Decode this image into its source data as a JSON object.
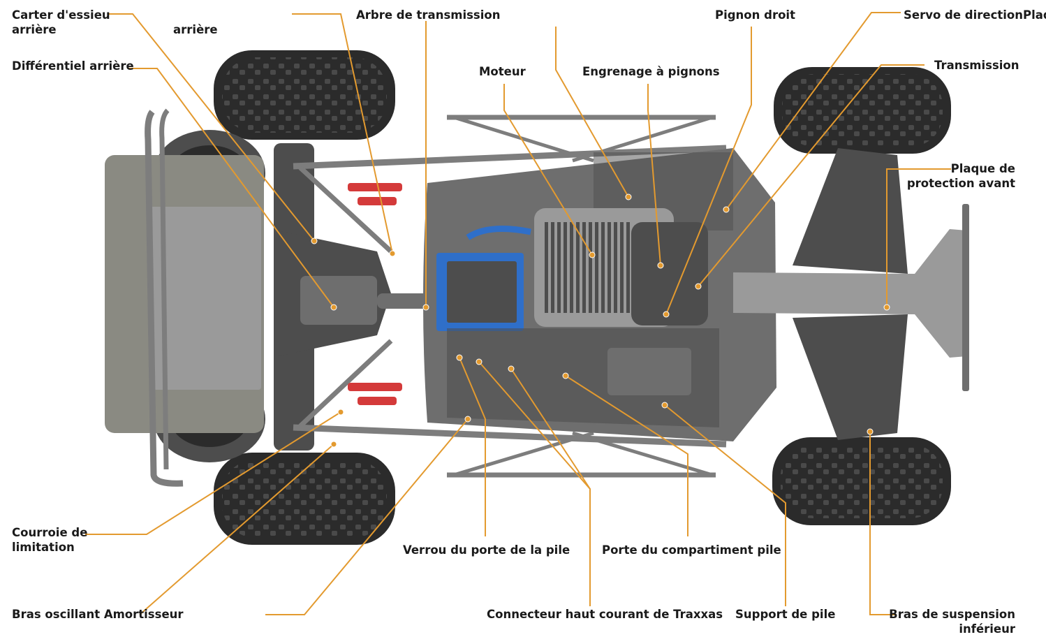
{
  "colors": {
    "leader": "#e39a2f",
    "tire": "#2b2b2b",
    "tire_tread": "#4a4a4a",
    "chassis": "#6e6e6e",
    "chassis_dark": "#4d4d4d",
    "chassis_light": "#9a9a9a",
    "frame": "#7d7d7d",
    "bumper": "#8a8a82",
    "motor_blue": "#2f6fc9",
    "shock_red": "#d43a3a",
    "label_text": "#1a1a1a"
  },
  "labels": {
    "carter_essieu": [
      "Carter d'essieu",
      "arrière"
    ],
    "arriere": "arrière",
    "differentiel_arriere": "Différentiel arrière",
    "arbre_transmission": "Arbre de transmission",
    "pignon_droit": "Pignon droit",
    "servo_direction": "Servo de directionPlaq",
    "moteur": "Moteur",
    "engrenage_pignons": "Engrenage à pignons",
    "transmission": "Transmission",
    "plaque_protection": [
      "Plaque de",
      "protection avant"
    ],
    "courroie_limitation": [
      "Courroie de",
      "limitation"
    ],
    "verrou_porte_pile": "Verrou du porte de la pile",
    "porte_compartiment_pile": "Porte du compartiment pile",
    "bras_oscillant_amortisseur": "Bras oscillant Amortisseur",
    "connecteur_haut_courant": "Connecteur haut courant de Traxxas",
    "support_pile": "Support de pile",
    "bras_suspension_inferieur": [
      "Bras de suspension",
      "inférieur"
    ]
  }
}
